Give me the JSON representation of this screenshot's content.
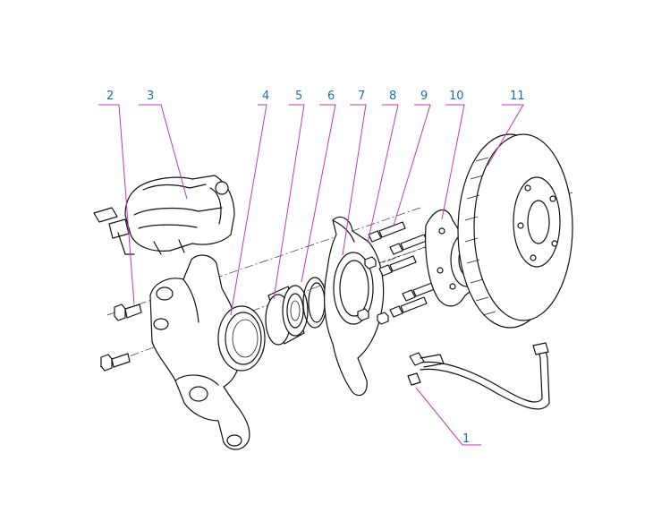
{
  "callouts": [
    {
      "id": "1",
      "label": "1"
    },
    {
      "id": "2",
      "label": "2"
    },
    {
      "id": "3",
      "label": "3"
    },
    {
      "id": "4",
      "label": "4"
    },
    {
      "id": "5",
      "label": "5"
    },
    {
      "id": "6",
      "label": "6"
    },
    {
      "id": "7",
      "label": "7"
    },
    {
      "id": "8",
      "label": "8"
    },
    {
      "id": "9",
      "label": "9"
    },
    {
      "id": "10",
      "label": "10"
    },
    {
      "id": "11",
      "label": "11"
    }
  ],
  "colors": {
    "callout_text": "#1a6fb3",
    "leader": "#c038b8",
    "ink": "#111111",
    "background": "#ffffff"
  }
}
